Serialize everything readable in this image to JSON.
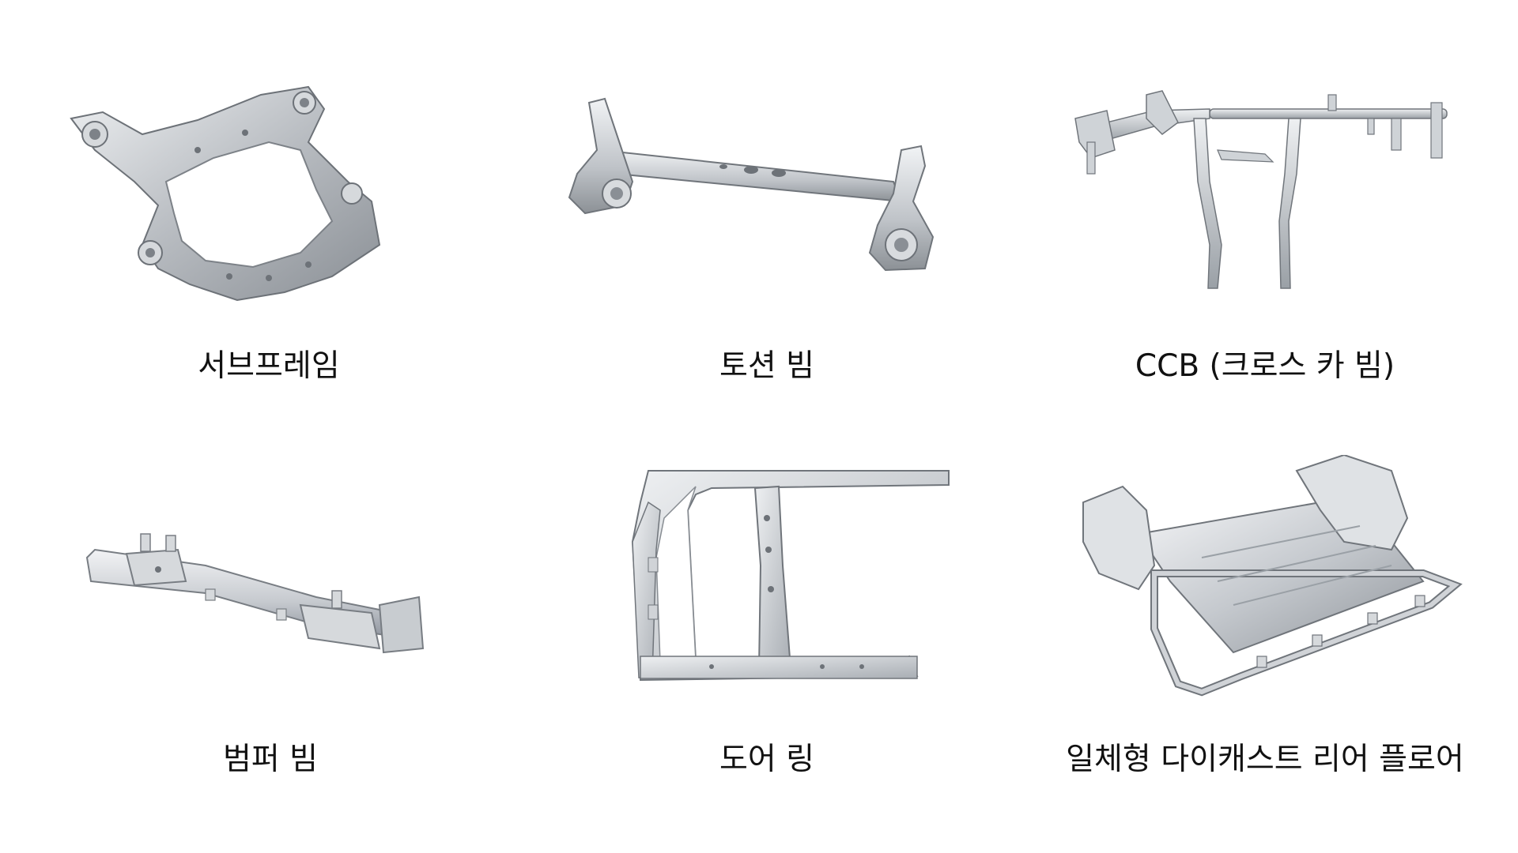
{
  "items": [
    {
      "label": "서브프레임",
      "part_icon": "subframe-image"
    },
    {
      "label": "토션 빔",
      "part_icon": "torsion-beam-image"
    },
    {
      "label": "CCB (크로스 카 빔)",
      "part_icon": "cross-car-beam-image"
    },
    {
      "label": "범퍼 빔",
      "part_icon": "bumper-beam-image"
    },
    {
      "label": "도어 링",
      "part_icon": "door-ring-image"
    },
    {
      "label": "일체형 다이캐스트 리어 플로어",
      "part_icon": "die-cast-rear-floor-image"
    }
  ],
  "colors": {
    "background": "#ffffff",
    "caption": "#111111",
    "metal_light": "#e6e8ea",
    "metal_mid": "#b9bdc2",
    "metal_dark": "#7d8288"
  }
}
